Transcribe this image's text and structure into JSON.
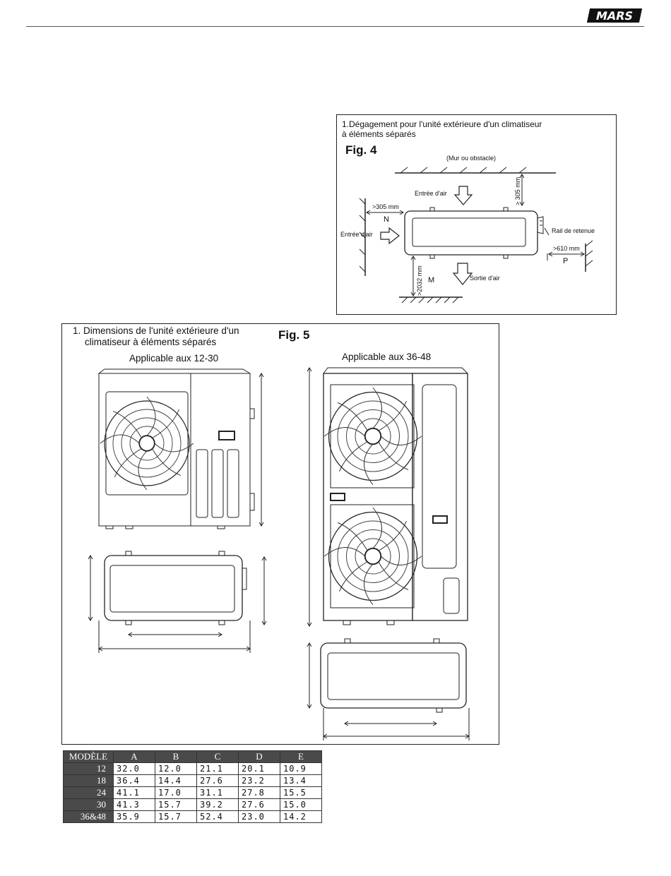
{
  "header": {
    "brand_logo_text": "MARS"
  },
  "fig4": {
    "caption_line1": "1.Dégagement pour l'unité extérieure d'un climatiseur",
    "caption_line2": "à éléments séparés",
    "fig_label": "Fig. 4",
    "wall_label": "(Mur ou obstacle)",
    "air_inlet_top": "Entrée d'air",
    "air_inlet_side": "Entrée d'air",
    "air_outlet": "Sortie d'air",
    "clearance_left": ">305 mm",
    "clearance_top": "> 305 mm",
    "clearance_front": ">2032 mm",
    "clearance_right": ">610 mm",
    "rail_label": "Rail de retenue",
    "letter_n": "N",
    "letter_m": "M",
    "letter_p": "P"
  },
  "fig5": {
    "caption_line1": "1. Dimensions de l'unité extérieure d'un",
    "caption_line2": "climatiseur à éléments séparés",
    "fig_label": "Fig. 5",
    "applicable_small": "Applicable aux 12-30",
    "applicable_large": "Applicable aux 36-48"
  },
  "table": {
    "headers": [
      "MODÈLE",
      "A",
      "B",
      "C",
      "D",
      "E"
    ],
    "rows": [
      {
        "model": "12",
        "values": [
          "32.0",
          "12.0",
          "21.1",
          "20.1",
          "10.9"
        ]
      },
      {
        "model": "18",
        "values": [
          "36.4",
          "14.4",
          "27.6",
          "23.2",
          "13.4"
        ]
      },
      {
        "model": "24",
        "values": [
          "41.1",
          "17.0",
          "31.1",
          "27.8",
          "15.5"
        ]
      },
      {
        "model": "30",
        "values": [
          "41.3",
          "15.7",
          "39.2",
          "27.6",
          "15.0"
        ]
      },
      {
        "model": "36&48",
        "values": [
          "35.9",
          "15.7",
          "52.4",
          "23.0",
          "14.2"
        ]
      }
    ]
  }
}
